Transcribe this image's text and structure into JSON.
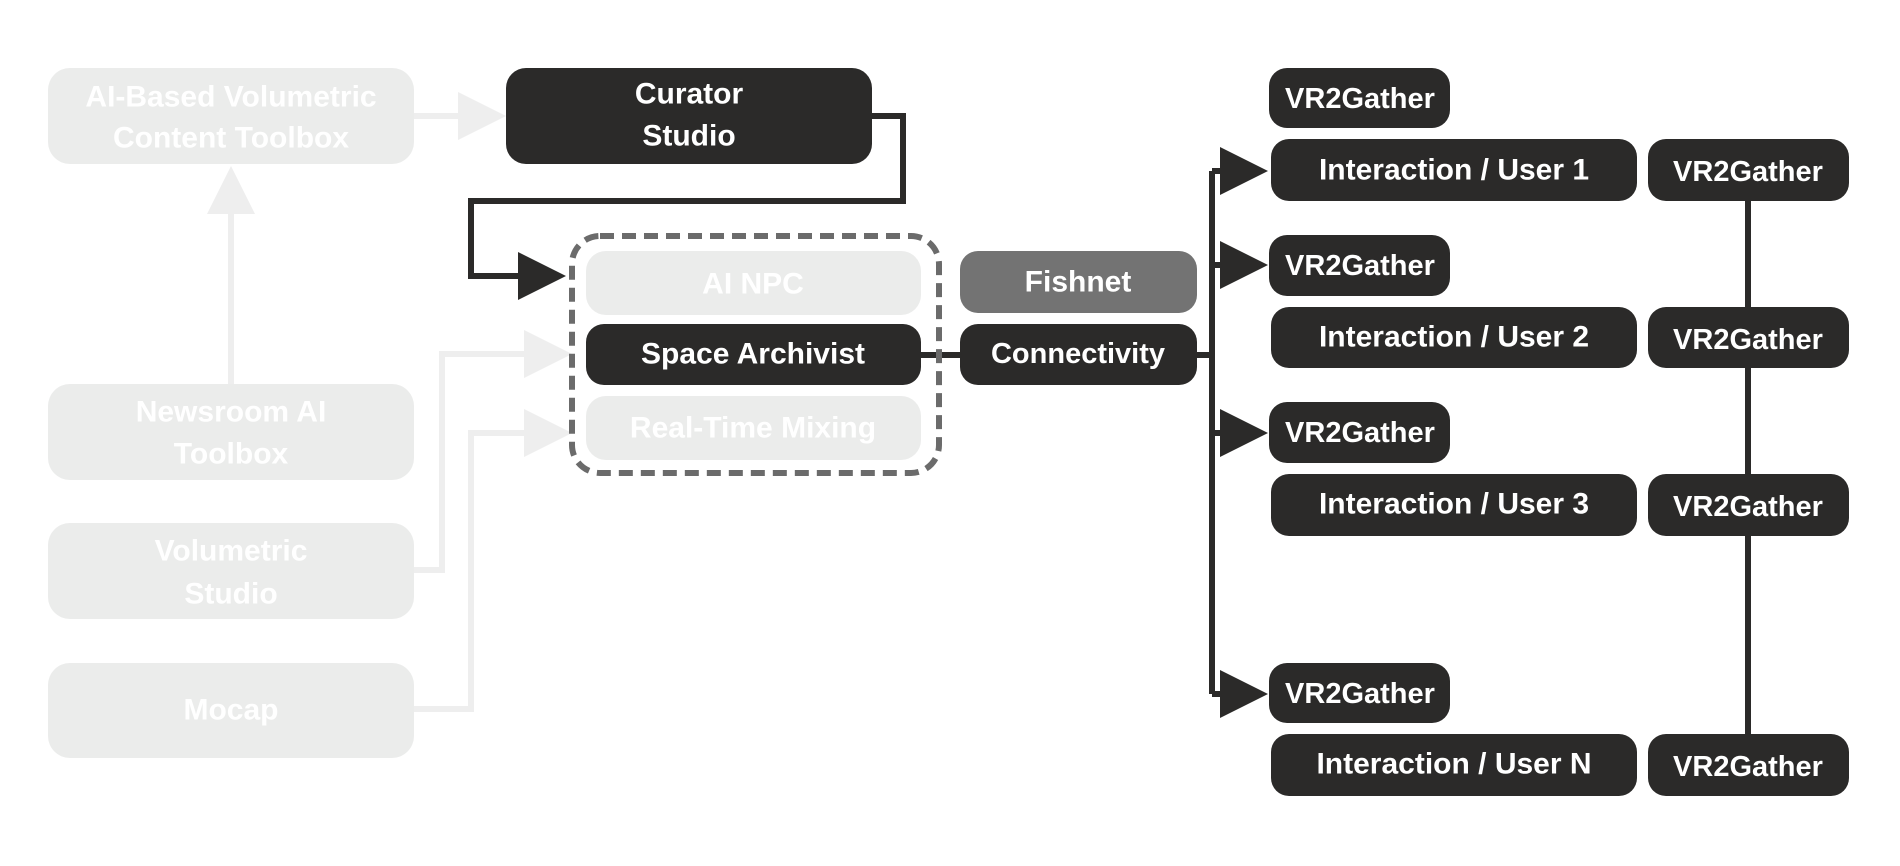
{
  "colors": {
    "dark": "#2b2a29",
    "faded": "#ebeceb",
    "fishnet": "#737373",
    "group_border": "#6b6b6b"
  },
  "left": {
    "ai_toolbox": [
      "AI-Based Volumetric",
      "Content Toolbox"
    ],
    "newsroom": [
      "Newsroom AI",
      "Toolbox"
    ],
    "volumetric_studio": [
      "Volumetric",
      "Studio"
    ],
    "mocap": "Mocap"
  },
  "curator": [
    "Curator",
    "Studio"
  ],
  "group": {
    "ai_npc": "AI NPC",
    "space_archivist": "Space Archivist",
    "realtime_mixing": "Real-Time Mixing"
  },
  "fishnet": "Fishnet",
  "connectivity": "Connectivity",
  "users": [
    {
      "vr_in": "VR2Gather",
      "interaction": "Interaction / User 1",
      "vr_out": "VR2Gather"
    },
    {
      "vr_in": "VR2Gather",
      "interaction": "Interaction / User 2",
      "vr_out": "VR2Gather"
    },
    {
      "vr_in": "VR2Gather",
      "interaction": "Interaction / User 3",
      "vr_out": "VR2Gather"
    },
    {
      "vr_in": "VR2Gather",
      "interaction": "Interaction / User N",
      "vr_out": "VR2Gather"
    }
  ]
}
